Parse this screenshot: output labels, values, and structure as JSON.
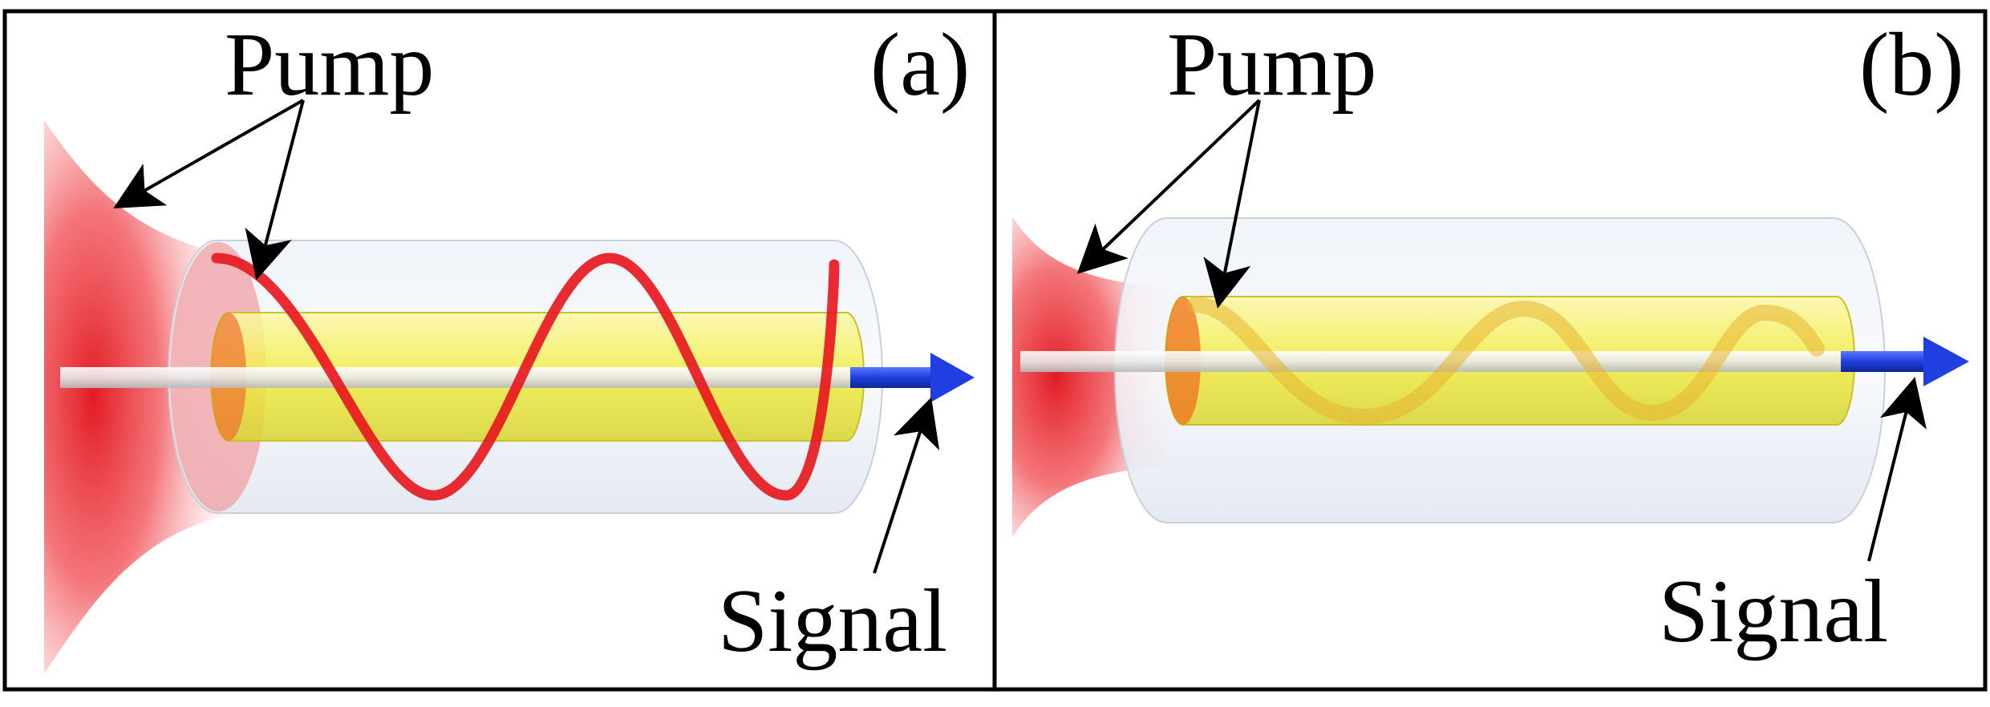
{
  "panels": [
    {
      "tag": "(a)",
      "pump_label": "Pump",
      "signal_label": "Signal"
    },
    {
      "tag": "(b)",
      "pump_label": "Pump",
      "signal_label": "Signal"
    }
  ],
  "colors": {
    "pump": "#e8141c",
    "core": "#f2ee3a",
    "cladding": "#dfe6f2",
    "signal": "#1f3fe0",
    "frame": "#000000"
  },
  "icons": [
    "arrow-icon"
  ]
}
